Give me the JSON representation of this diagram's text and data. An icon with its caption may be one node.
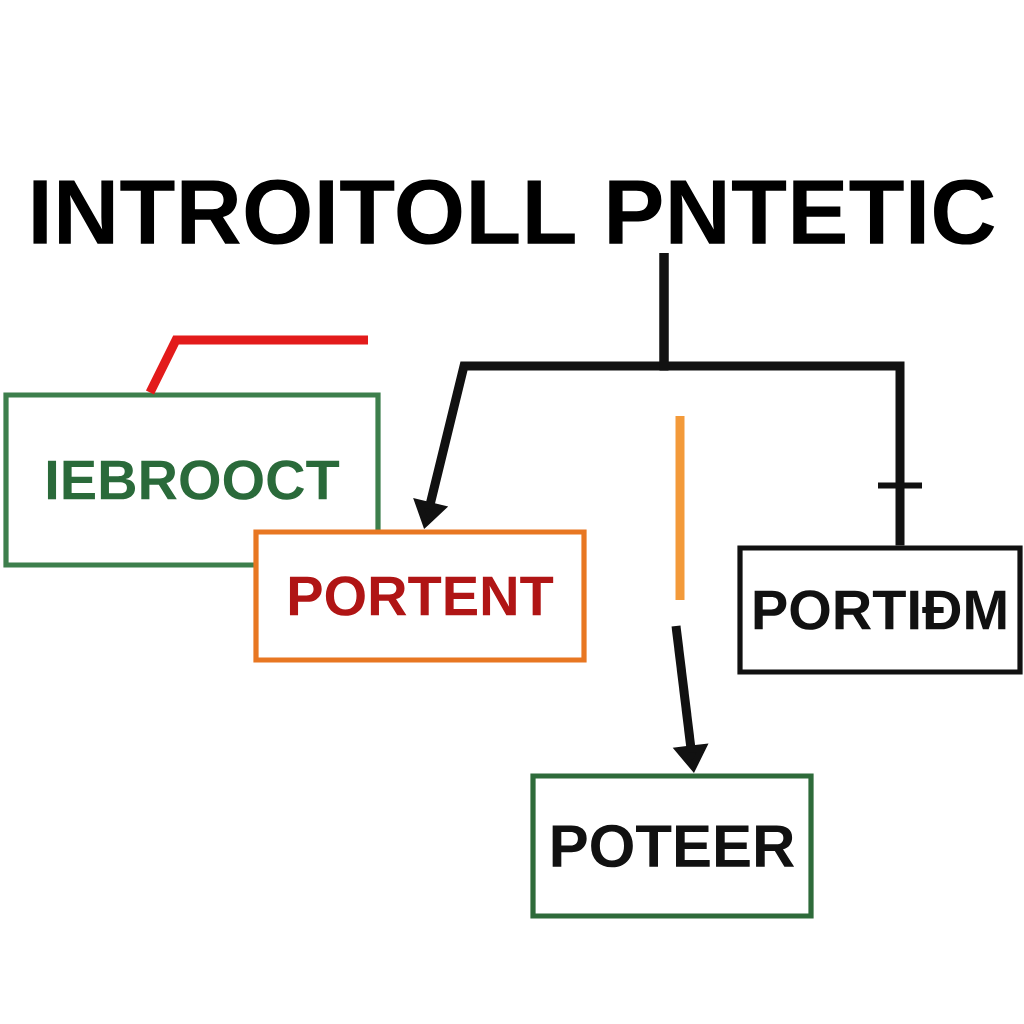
{
  "diagram": {
    "nodes": [
      {
        "text": [
          "INTROITOLL PNTETIC"
        ]
      },
      {
        "text": [
          "IEBROOCT"
        ]
      },
      {
        "text": [
          "PORTENT"
        ]
      },
      {
        "text": [
          "PORTIÐM"
        ]
      },
      {
        "text": [
          "POTEER"
        ]
      }
    ],
    "edges": [
      {
        "from": 0,
        "to": 2,
        "arrow": "to"
      },
      {
        "from": 0,
        "to": 3,
        "arrow": "none"
      },
      {
        "from": null,
        "to": 4,
        "arrow": "to"
      },
      {
        "from": 1,
        "to": null,
        "arrow": "none",
        "color": "#e31b1b"
      }
    ]
  }
}
